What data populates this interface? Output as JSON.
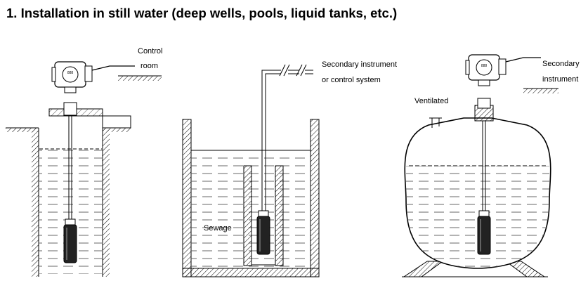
{
  "title": "1. Installation in still water (deep wells, pools, liquid tanks, etc.)",
  "well": {
    "label_line1": "Control",
    "label_line2": "room"
  },
  "pool": {
    "label_line1": "Secondary instrument",
    "label_line2": "or control system",
    "medium_label": "Sewage"
  },
  "tank": {
    "vent_label": "Ventilated",
    "label_line1": "Secondary",
    "label_line2": "instrument"
  }
}
